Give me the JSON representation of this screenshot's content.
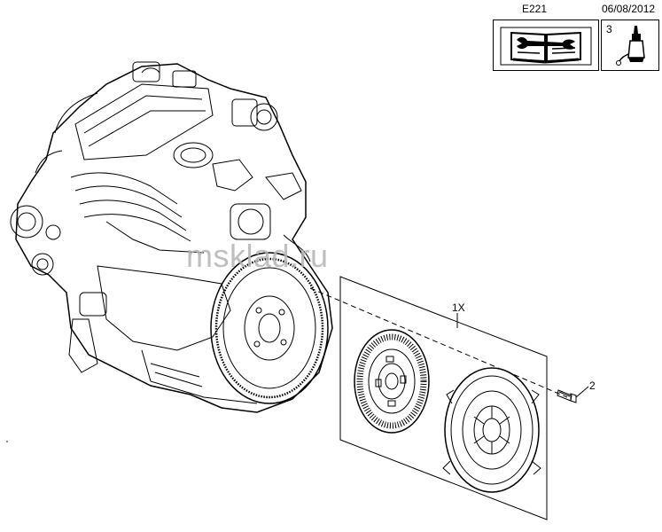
{
  "header": {
    "code": "E221",
    "date": "06/08/2012"
  },
  "legend": {
    "manual_icon": "book-wrench-icon",
    "item_number": "3",
    "item_icon": "adhesive-tube-icon"
  },
  "callouts": {
    "kit": "1X",
    "bolt": "2"
  },
  "watermark": "msklаd.ru"
}
